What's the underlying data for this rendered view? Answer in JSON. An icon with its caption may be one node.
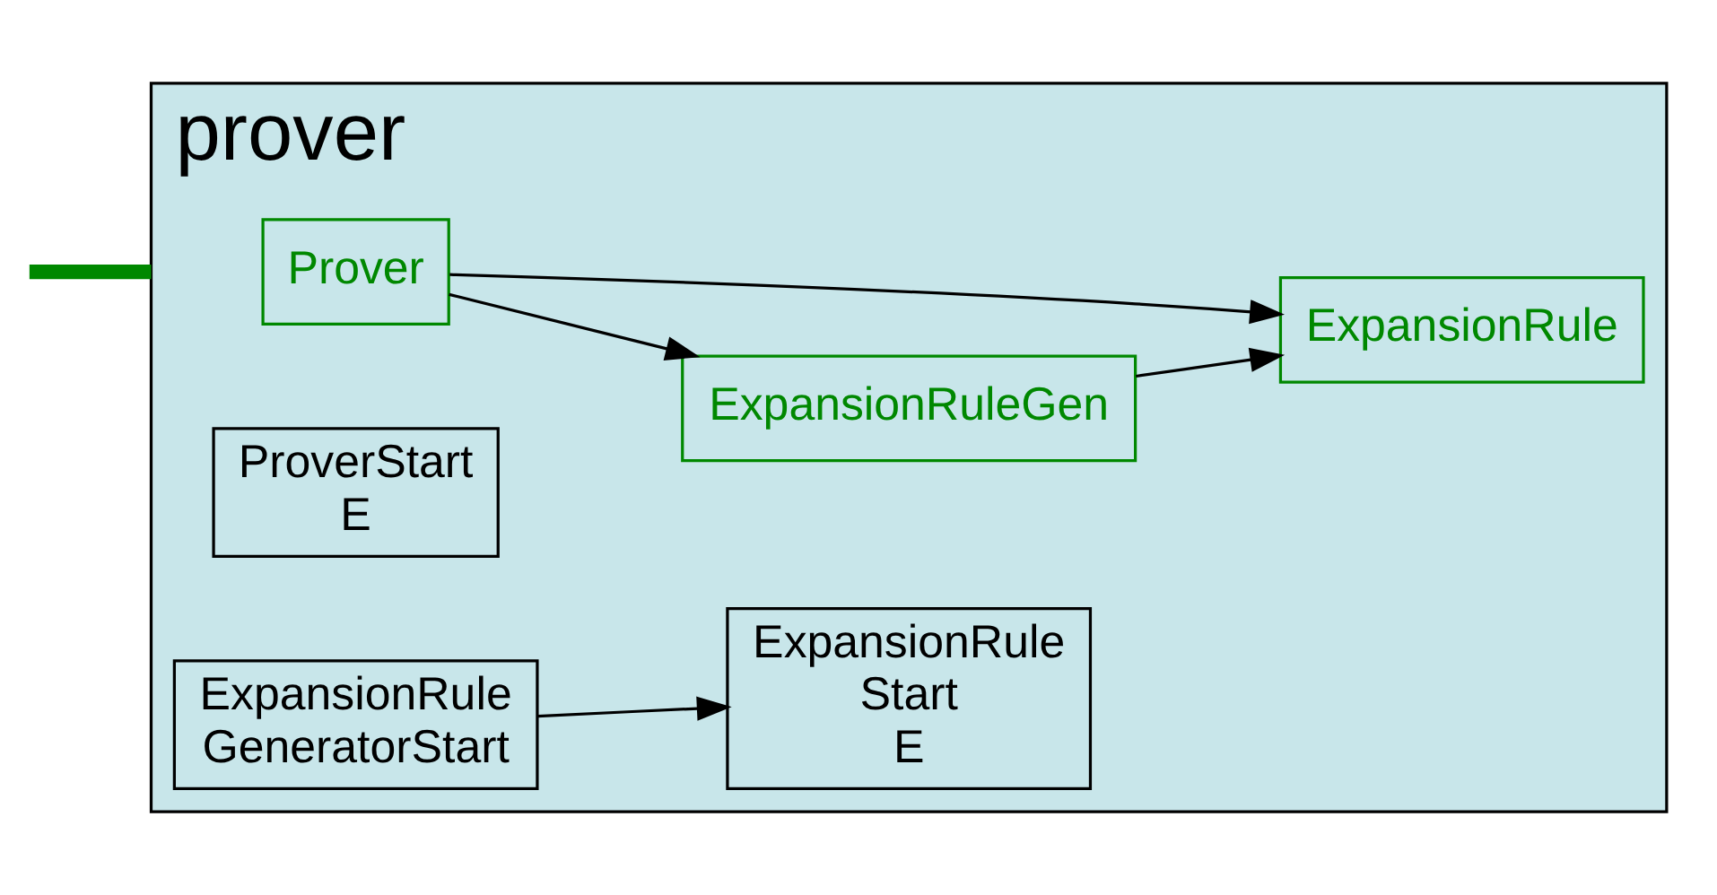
{
  "diagram": {
    "nodes": [
      {
        "text": [
          "prover"
        ]
      },
      {
        "text": [
          "Prover"
        ],
        "in": 0
      },
      {
        "text": [
          "ProverStart E"
        ],
        "in": 0
      },
      {
        "text": [
          "ExpansionRuleGen"
        ],
        "in": 0
      },
      {
        "text": [
          "ExpansionRule GeneratorStart"
        ],
        "in": 0
      },
      {
        "text": [
          "ExpansionRule"
        ],
        "in": 0
      },
      {
        "text": [
          "ExpansionRule Start E"
        ],
        "in": 0
      }
    ],
    "edges": [
      {
        "from": null,
        "to": 0,
        "arrow": "none",
        "style": "thick",
        "color": "#008800"
      },
      {
        "from": 1,
        "to": 3,
        "arrow": "to"
      },
      {
        "from": 1,
        "to": 5,
        "arrow": "to"
      },
      {
        "from": 3,
        "to": 5,
        "arrow": "to"
      },
      {
        "from": 4,
        "to": 6,
        "arrow": "to"
      }
    ]
  }
}
